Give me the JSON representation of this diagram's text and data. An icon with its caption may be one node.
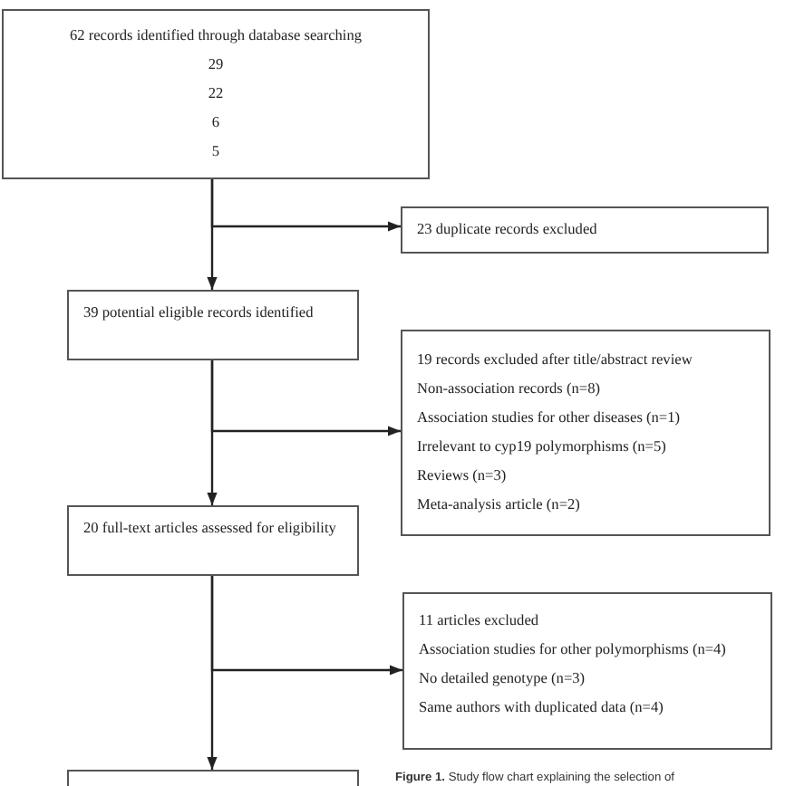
{
  "diagram": {
    "caption": "**Figure 1.** Study flow chart explaining the selection of",
    "nodes": [
      {
        "text": [
          "62 records identified through database searching",
          "29",
          "22",
          "6",
          "5"
        ]
      },
      {
        "text": [
          "23 duplicate records excluded"
        ]
      },
      {
        "text": [
          "39 potential eligible records identified"
        ]
      },
      {
        "text": [
          "19 records excluded after title/abstract review",
          "Non-association records (n=8)",
          "Association studies for other diseases (n=1)",
          "Irrelevant to cyp19 polymorphisms (n=5)",
          "Reviews (n=3)",
          "Meta-analysis article (n=2)"
        ]
      },
      {
        "text": [
          "20 full-text articles assessed for eligibility"
        ]
      },
      {
        "text": [
          "11 articles excluded",
          "Association studies for other polymorphisms (n=4)",
          "No detailed genotype (n=3)",
          "Same authors with duplicated data (n=4)"
        ]
      },
      {
        "text": [],
        "shape": "box"
      }
    ],
    "edges": [
      {
        "from": 0,
        "to": 2,
        "arrow": "to"
      },
      {
        "from": 0,
        "to": 1,
        "arrow": "to"
      },
      {
        "from": 2,
        "to": 4,
        "arrow": "to"
      },
      {
        "from": 2,
        "to": 3,
        "arrow": "to"
      },
      {
        "from": 4,
        "to": 6,
        "arrow": "to"
      },
      {
        "from": 4,
        "to": 5,
        "arrow": "to"
      }
    ]
  }
}
